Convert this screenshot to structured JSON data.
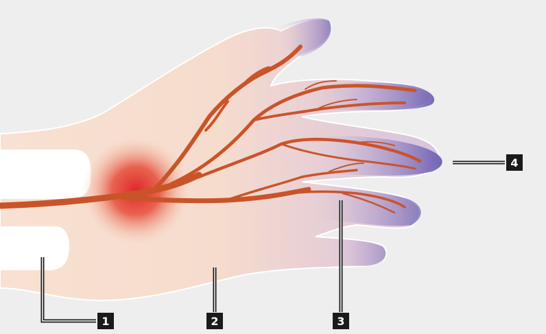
{
  "labels": [
    {
      "id": "1",
      "text": "1"
    },
    {
      "id": "2",
      "text": "2"
    },
    {
      "id": "3",
      "text": "3"
    },
    {
      "id": "4",
      "text": "4"
    }
  ],
  "colors": {
    "background": "#eeeeee",
    "skin": "#f7e2d3",
    "bone": "#ffffff",
    "nerve": "#c9542a",
    "inflammation": "#e0262a",
    "numbness": "#6a5cb0",
    "badge": "#1a1a1a"
  }
}
